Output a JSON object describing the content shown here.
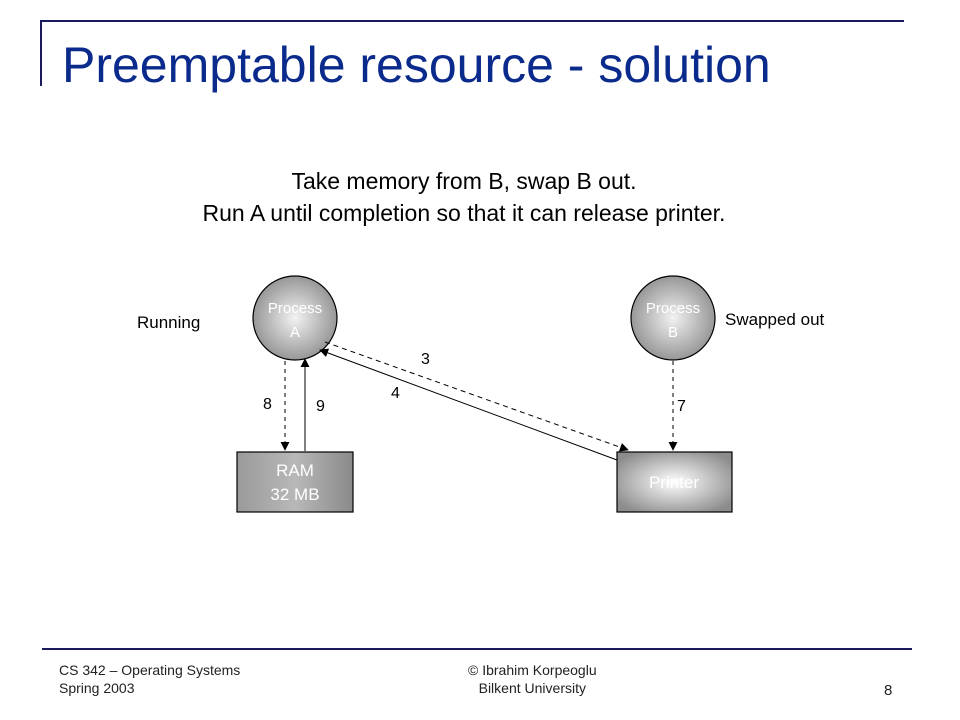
{
  "title": "Preemptable resource - solution",
  "subtitle": {
    "line1": "Take memory from B, swap B out.",
    "line2": "Run A until completion so that it can release printer."
  },
  "diagram": {
    "process_a": {
      "line1": "Process",
      "line2": "A"
    },
    "process_b": {
      "line1": "Process",
      "line2": "B"
    },
    "ram": {
      "line1": "RAM",
      "line2": "32 MB"
    },
    "printer": "Printer",
    "state_a": "Running",
    "state_b": "Swapped out",
    "edges": {
      "e3": "3",
      "e4": "4",
      "e7": "7",
      "e8": "8",
      "e9": "9"
    }
  },
  "footer": {
    "course": "CS 342 – Operating Systems",
    "term": "Spring 2003",
    "author": "© Ibrahim Korpeoglu",
    "university": "Bilkent University",
    "page": "8"
  },
  "colors": {
    "title": "#0a2a8c",
    "frame": "#1a1a5e"
  }
}
